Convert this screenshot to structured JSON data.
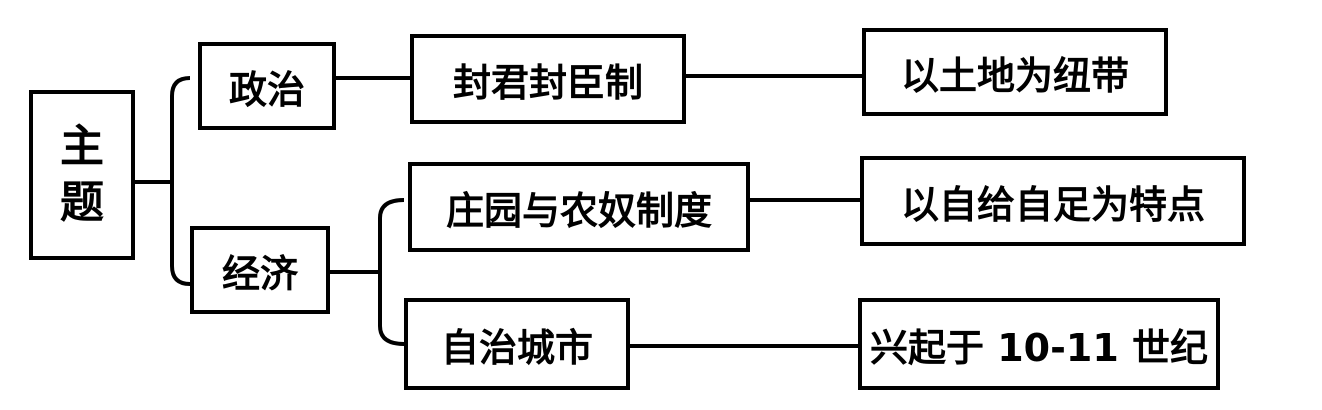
{
  "diagram": {
    "root": "主题",
    "branches": [
      {
        "label": "政治",
        "children": [
          {
            "label": "封君封臣制",
            "detail": "以土地为纽带"
          }
        ]
      },
      {
        "label": "经济",
        "children": [
          {
            "label": "庄园与农奴制度",
            "detail": "以自给自足为特点"
          },
          {
            "label": "自治城市",
            "detail": "兴起于 10-11 世纪"
          }
        ]
      }
    ],
    "colors": {
      "border": "#000000",
      "line": "#000000",
      "background": "#ffffff"
    }
  }
}
